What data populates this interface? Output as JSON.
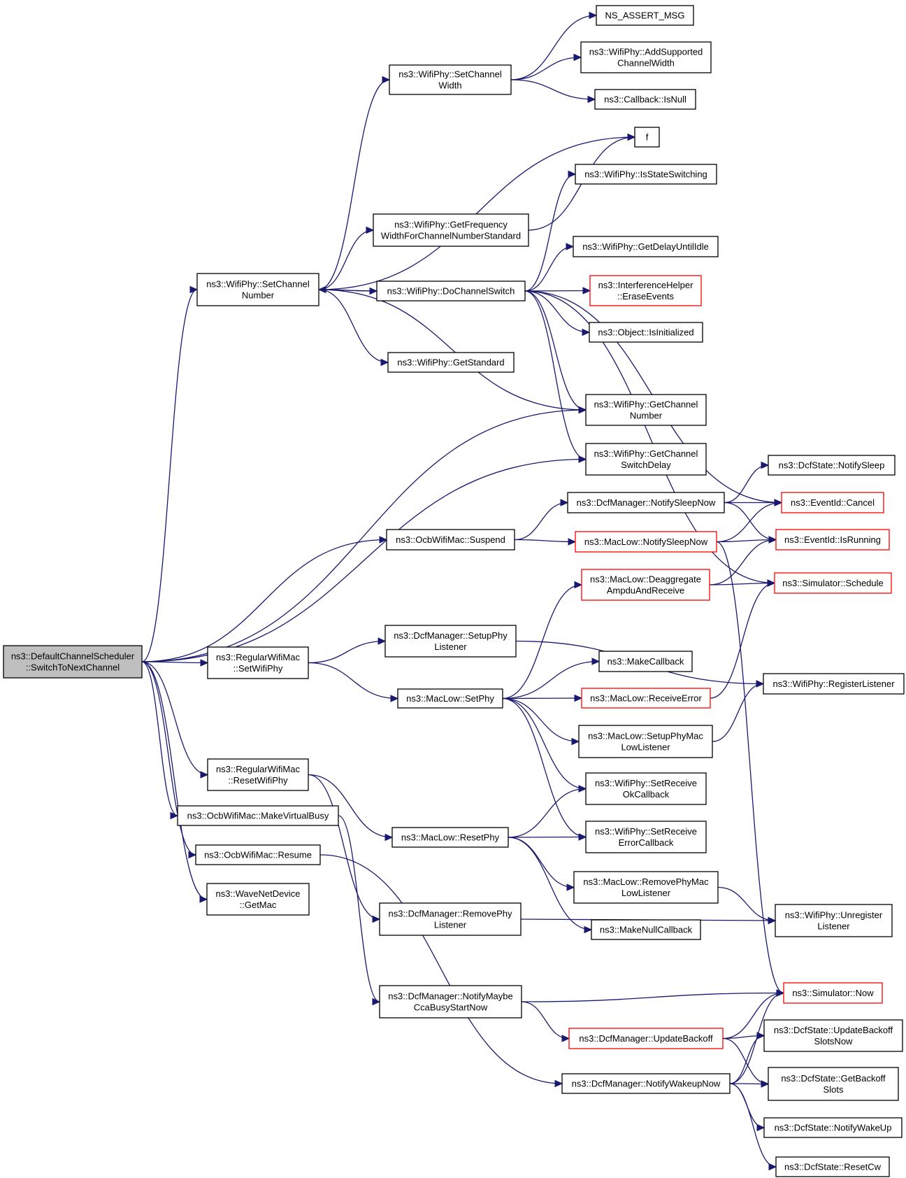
{
  "graph": {
    "nodes": [
      {
        "id": "root",
        "lines": [
          "ns3::DefaultChannelScheduler",
          "::SwitchToNextChannel"
        ],
        "style": "root"
      },
      {
        "id": "setChannelNumber",
        "lines": [
          "ns3::WifiPhy::SetChannel",
          "Number"
        ],
        "style": "normal"
      },
      {
        "id": "setWifiPhy",
        "lines": [
          "ns3::RegularWifiMac",
          "::SetWifiPhy"
        ],
        "style": "normal"
      },
      {
        "id": "resetWifiPhy",
        "lines": [
          "ns3::RegularWifiMac",
          "::ResetWifiPhy"
        ],
        "style": "normal"
      },
      {
        "id": "makeVirtualBusy",
        "lines": [
          "ns3::OcbWifiMac::MakeVirtualBusy"
        ],
        "style": "normal"
      },
      {
        "id": "ocbResume",
        "lines": [
          "ns3::OcbWifiMac::Resume"
        ],
        "style": "normal"
      },
      {
        "id": "getMac",
        "lines": [
          "ns3::WaveNetDevice",
          "::GetMac"
        ],
        "style": "normal"
      },
      {
        "id": "setChannelWidth",
        "lines": [
          "ns3::WifiPhy::SetChannel",
          "Width"
        ],
        "style": "normal"
      },
      {
        "id": "getFreqWidth",
        "lines": [
          "ns3::WifiPhy::GetFrequency",
          "WidthForChannelNumberStandard"
        ],
        "style": "normal"
      },
      {
        "id": "doChannelSwitch",
        "lines": [
          "ns3::WifiPhy::DoChannelSwitch"
        ],
        "style": "normal"
      },
      {
        "id": "getStandard",
        "lines": [
          "ns3::WifiPhy::GetStandard"
        ],
        "style": "normal"
      },
      {
        "id": "ocbSuspend",
        "lines": [
          "ns3::OcbWifiMac::Suspend"
        ],
        "style": "normal"
      },
      {
        "id": "dcfSetupPhyListener",
        "lines": [
          "ns3::DcfManager::SetupPhy",
          "Listener"
        ],
        "style": "normal"
      },
      {
        "id": "macLowSetPhy",
        "lines": [
          "ns3::MacLow::SetPhy"
        ],
        "style": "normal"
      },
      {
        "id": "macLowResetPhy",
        "lines": [
          "ns3::MacLow::ResetPhy"
        ],
        "style": "normal"
      },
      {
        "id": "dcfRemovePhyListener",
        "lines": [
          "ns3::DcfManager::RemovePhy",
          "Listener"
        ],
        "style": "normal"
      },
      {
        "id": "dcfNotifyMaybeCca",
        "lines": [
          "ns3::DcfManager::NotifyMaybe",
          "CcaBusyStartNow"
        ],
        "style": "normal"
      },
      {
        "id": "nsAssertMsg",
        "lines": [
          "NS_ASSERT_MSG"
        ],
        "style": "normal"
      },
      {
        "id": "addSupportedWidth",
        "lines": [
          "ns3::WifiPhy::AddSupported",
          "ChannelWidth"
        ],
        "style": "normal"
      },
      {
        "id": "callbackIsNull",
        "lines": [
          "ns3::Callback::IsNull"
        ],
        "style": "normal"
      },
      {
        "id": "f",
        "lines": [
          "f"
        ],
        "style": "normal"
      },
      {
        "id": "isStateSwitching",
        "lines": [
          "ns3::WifiPhy::IsStateSwitching"
        ],
        "style": "normal"
      },
      {
        "id": "getDelayUntilIdle",
        "lines": [
          "ns3::WifiPhy::GetDelayUntilIdle"
        ],
        "style": "normal"
      },
      {
        "id": "eraseEvents",
        "lines": [
          "ns3::InterferenceHelper",
          "::EraseEvents"
        ],
        "style": "red"
      },
      {
        "id": "isInitialized",
        "lines": [
          "ns3::Object::IsInitialized"
        ],
        "style": "normal"
      },
      {
        "id": "getChannelNumber",
        "lines": [
          "ns3::WifiPhy::GetChannel",
          "Number"
        ],
        "style": "normal"
      },
      {
        "id": "getChannelSwitchDelay",
        "lines": [
          "ns3::WifiPhy::GetChannel",
          "SwitchDelay"
        ],
        "style": "normal"
      },
      {
        "id": "dcfNotifySleepNow",
        "lines": [
          "ns3::DcfManager::NotifySleepNow"
        ],
        "style": "normal"
      },
      {
        "id": "macLowNotifySleepNow",
        "lines": [
          "ns3::MacLow::NotifySleepNow"
        ],
        "style": "red"
      },
      {
        "id": "deaggregate",
        "lines": [
          "ns3::MacLow::Deaggregate",
          "AmpduAndReceive"
        ],
        "style": "red"
      },
      {
        "id": "makeCallback",
        "lines": [
          "ns3::MakeCallback"
        ],
        "style": "normal"
      },
      {
        "id": "receiveError",
        "lines": [
          "ns3::MacLow::ReceiveError"
        ],
        "style": "red"
      },
      {
        "id": "setupPhyMacLowListener",
        "lines": [
          "ns3::MacLow::SetupPhyMac",
          "LowListener"
        ],
        "style": "normal"
      },
      {
        "id": "setReceiveOk",
        "lines": [
          "ns3::WifiPhy::SetReceive",
          "OkCallback"
        ],
        "style": "normal"
      },
      {
        "id": "setReceiveError",
        "lines": [
          "ns3::WifiPhy::SetReceive",
          "ErrorCallback"
        ],
        "style": "normal"
      },
      {
        "id": "removePhyMacLowListener",
        "lines": [
          "ns3::MacLow::RemovePhyMac",
          "LowListener"
        ],
        "style": "normal"
      },
      {
        "id": "makeNullCallback",
        "lines": [
          "ns3::MakeNullCallback"
        ],
        "style": "normal"
      },
      {
        "id": "dcfUpdateBackoff",
        "lines": [
          "ns3::DcfManager::UpdateBackoff"
        ],
        "style": "red"
      },
      {
        "id": "dcfNotifyWakeupNow",
        "lines": [
          "ns3::DcfManager::NotifyWakeupNow"
        ],
        "style": "normal"
      },
      {
        "id": "dcfStateNotifySleep",
        "lines": [
          "ns3::DcfState::NotifySleep"
        ],
        "style": "normal"
      },
      {
        "id": "eventIdCancel",
        "lines": [
          "ns3::EventId::Cancel"
        ],
        "style": "red"
      },
      {
        "id": "eventIdIsRunning",
        "lines": [
          "ns3::EventId::IsRunning"
        ],
        "style": "red"
      },
      {
        "id": "simulatorSchedule",
        "lines": [
          "ns3::Simulator::Schedule"
        ],
        "style": "red"
      },
      {
        "id": "registerListener",
        "lines": [
          "ns3::WifiPhy::RegisterListener"
        ],
        "style": "normal"
      },
      {
        "id": "unregisterListener",
        "lines": [
          "ns3::WifiPhy::Unregister",
          "Listener"
        ],
        "style": "normal"
      },
      {
        "id": "simulatorNow",
        "lines": [
          "ns3::Simulator::Now"
        ],
        "style": "red"
      },
      {
        "id": "updateBackoffSlotsNow",
        "lines": [
          "ns3::DcfState::UpdateBackoff",
          "SlotsNow"
        ],
        "style": "normal"
      },
      {
        "id": "getBackoffSlots",
        "lines": [
          "ns3::DcfState::GetBackoff",
          "Slots"
        ],
        "style": "normal"
      },
      {
        "id": "notifyWakeUp",
        "lines": [
          "ns3::DcfState::NotifyWakeUp"
        ],
        "style": "normal"
      },
      {
        "id": "resetCw",
        "lines": [
          "ns3::DcfState::ResetCw"
        ],
        "style": "normal"
      }
    ],
    "edges": [
      [
        "root",
        "setChannelNumber"
      ],
      [
        "root",
        "getChannelNumber"
      ],
      [
        "root",
        "getChannelSwitchDelay"
      ],
      [
        "root",
        "ocbSuspend"
      ],
      [
        "root",
        "setWifiPhy"
      ],
      [
        "root",
        "resetWifiPhy"
      ],
      [
        "root",
        "makeVirtualBusy"
      ],
      [
        "root",
        "ocbResume"
      ],
      [
        "root",
        "getMac"
      ],
      [
        "setChannelNumber",
        "setChannelWidth"
      ],
      [
        "setChannelNumber",
        "f"
      ],
      [
        "setChannelNumber",
        "getFreqWidth"
      ],
      [
        "setChannelNumber",
        "doChannelSwitch"
      ],
      [
        "setChannelNumber",
        "getStandard"
      ],
      [
        "setChannelNumber",
        "getChannelNumber"
      ],
      [
        "setChannelWidth",
        "nsAssertMsg"
      ],
      [
        "setChannelWidth",
        "addSupportedWidth"
      ],
      [
        "setChannelWidth",
        "callbackIsNull"
      ],
      [
        "getFreqWidth",
        "f"
      ],
      [
        "doChannelSwitch",
        "setChannelNumber"
      ],
      [
        "doChannelSwitch",
        "isStateSwitching"
      ],
      [
        "doChannelSwitch",
        "eventIdCancel"
      ],
      [
        "doChannelSwitch",
        "getDelayUntilIdle"
      ],
      [
        "doChannelSwitch",
        "eraseEvents"
      ],
      [
        "doChannelSwitch",
        "isInitialized"
      ],
      [
        "doChannelSwitch",
        "getChannelNumber"
      ],
      [
        "doChannelSwitch",
        "getChannelSwitchDelay"
      ],
      [
        "doChannelSwitch",
        "simulatorSchedule"
      ],
      [
        "ocbSuspend",
        "dcfNotifySleepNow"
      ],
      [
        "ocbSuspend",
        "macLowNotifySleepNow"
      ],
      [
        "dcfNotifySleepNow",
        "dcfStateNotifySleep"
      ],
      [
        "dcfNotifySleepNow",
        "eventIdCancel"
      ],
      [
        "dcfNotifySleepNow",
        "eventIdIsRunning"
      ],
      [
        "macLowNotifySleepNow",
        "eventIdCancel"
      ],
      [
        "macLowNotifySleepNow",
        "eventIdIsRunning"
      ],
      [
        "macLowNotifySleepNow",
        "simulatorNow"
      ],
      [
        "deaggregate",
        "eventIdIsRunning"
      ],
      [
        "deaggregate",
        "simulatorSchedule"
      ],
      [
        "setWifiPhy",
        "dcfSetupPhyListener"
      ],
      [
        "setWifiPhy",
        "macLowSetPhy"
      ],
      [
        "dcfSetupPhyListener",
        "registerListener"
      ],
      [
        "macLowSetPhy",
        "deaggregate"
      ],
      [
        "macLowSetPhy",
        "makeCallback"
      ],
      [
        "macLowSetPhy",
        "receiveError"
      ],
      [
        "macLowSetPhy",
        "setupPhyMacLowListener"
      ],
      [
        "macLowSetPhy",
        "setReceiveOk"
      ],
      [
        "macLowSetPhy",
        "setReceiveError"
      ],
      [
        "receiveError",
        "simulatorSchedule"
      ],
      [
        "setupPhyMacLowListener",
        "registerListener"
      ],
      [
        "resetWifiPhy",
        "macLowResetPhy"
      ],
      [
        "resetWifiPhy",
        "dcfRemovePhyListener"
      ],
      [
        "macLowResetPhy",
        "setReceiveOk"
      ],
      [
        "macLowResetPhy",
        "setReceiveError"
      ],
      [
        "macLowResetPhy",
        "removePhyMacLowListener"
      ],
      [
        "macLowResetPhy",
        "makeNullCallback"
      ],
      [
        "removePhyMacLowListener",
        "unregisterListener"
      ],
      [
        "dcfRemovePhyListener",
        "unregisterListener"
      ],
      [
        "makeVirtualBusy",
        "dcfNotifyMaybeCca"
      ],
      [
        "dcfNotifyMaybeCca",
        "simulatorNow"
      ],
      [
        "dcfNotifyMaybeCca",
        "dcfUpdateBackoff"
      ],
      [
        "dcfUpdateBackoff",
        "simulatorNow"
      ],
      [
        "dcfUpdateBackoff",
        "updateBackoffSlotsNow"
      ],
      [
        "dcfUpdateBackoff",
        "getBackoffSlots"
      ],
      [
        "ocbResume",
        "dcfNotifyWakeupNow"
      ],
      [
        "dcfNotifyWakeupNow",
        "updateBackoffSlotsNow"
      ],
      [
        "dcfNotifyWakeupNow",
        "simulatorNow"
      ],
      [
        "dcfNotifyWakeupNow",
        "getBackoffSlots"
      ],
      [
        "dcfNotifyWakeupNow",
        "notifyWakeUp"
      ],
      [
        "dcfNotifyWakeupNow",
        "resetCw"
      ]
    ]
  }
}
